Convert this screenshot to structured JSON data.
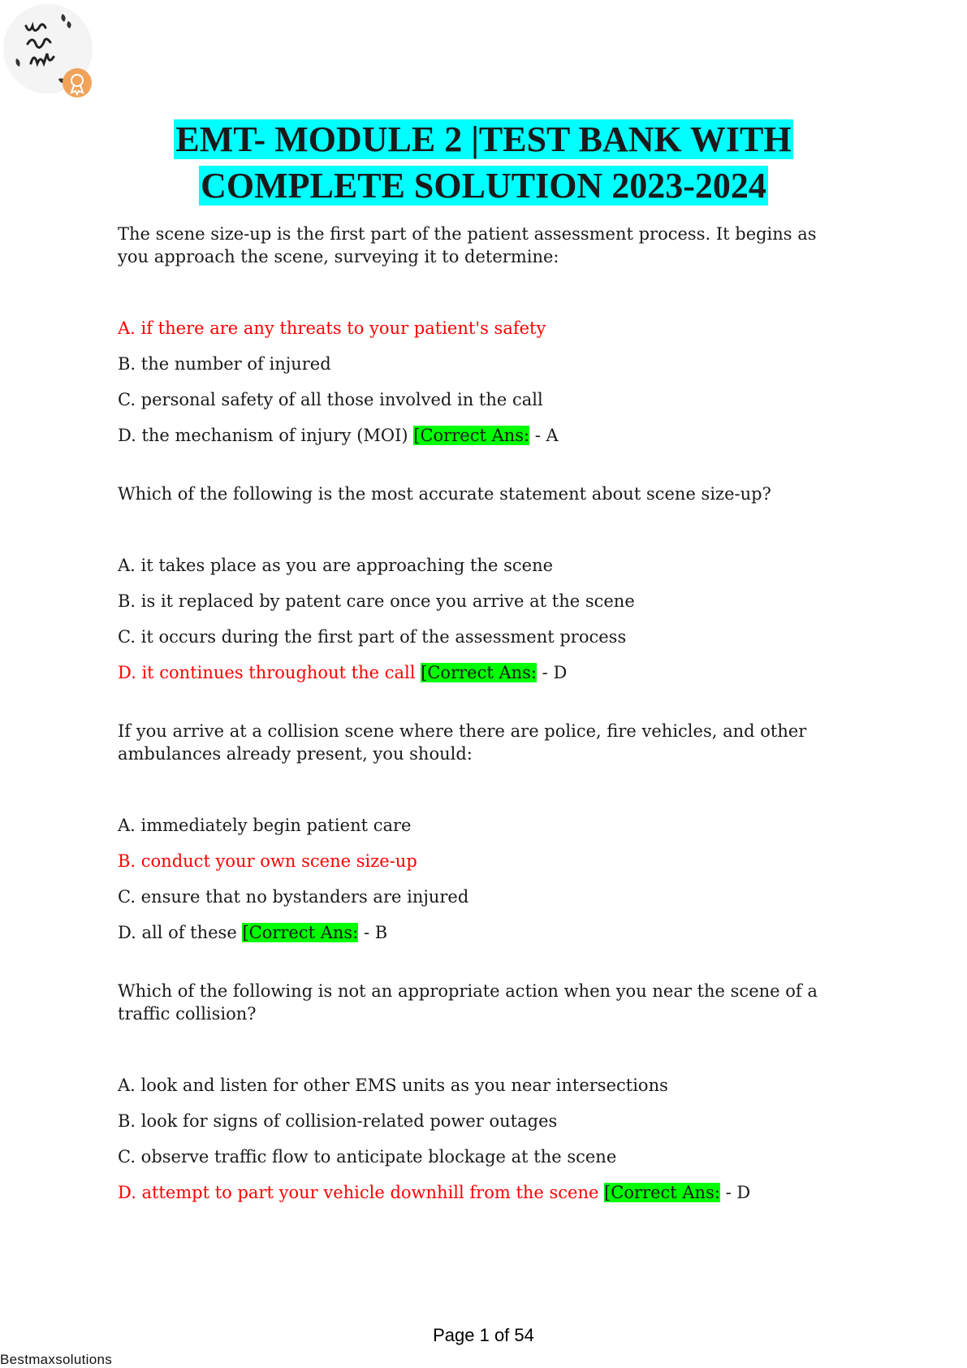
{
  "document": {
    "title_line1": "EMT- MODULE 2 |TEST BANK WITH",
    "title_line2": "COMPLETE SOLUTION 2023-2024",
    "highlight_color": "#00ffff",
    "answer_highlight_color": "#00ff00",
    "correct_option_color": "#ff0000"
  },
  "questions": [
    {
      "text": "The scene size-up is the first part of the patient assessment process. It begins as you approach the scene, surveying it to determine:",
      "options": [
        "A. if there are any threats to your patient's safety",
        "B. the number of injured",
        "C. personal safety of all those involved in the call",
        "D. the mechanism of injury (MOI) "
      ],
      "correct_index": 0,
      "answer_label": "[Correct Ans:",
      "answer_value": " - A"
    },
    {
      "text": "Which of the following is the most accurate statement about scene size-up?",
      "options": [
        "A. it takes place as you are approaching the scene",
        "B. is it replaced by patent care once you arrive at the scene",
        "C. it occurs during the first part of the assessment process",
        "D. it continues throughout the call "
      ],
      "correct_index": 3,
      "answer_label": "[Correct Ans:",
      "answer_value": " - D"
    },
    {
      "text": "If you arrive at a collision scene where there are police, fire vehicles, and other ambulances already present, you should:",
      "options": [
        "A. immediately begin patient care",
        "B. conduct your own scene size-up",
        "C. ensure that no bystanders are injured",
        "D. all of these "
      ],
      "correct_index": 1,
      "answer_label": "[Correct Ans:",
      "answer_value": " - B"
    },
    {
      "text": "Which of the following is not an appropriate action when you near the scene of a traffic collision?",
      "options": [
        "A. look and listen for other EMS units as you near intersections",
        "B. look for signs of collision-related power outages",
        "C. observe traffic flow to anticipate blockage at the scene",
        "D. attempt to part your vehicle downhill from the scene "
      ],
      "correct_index": 3,
      "answer_label": "[Correct Ans:",
      "answer_value": " - D"
    }
  ],
  "footer": {
    "page_label": "Page 1 of 54"
  },
  "watermark": {
    "text": "Bestmaxsolutions"
  },
  "logo": {
    "icon": "you-got-this-logo",
    "badge_icon": "award-badge-icon",
    "badge_color": "#f0a35a"
  }
}
